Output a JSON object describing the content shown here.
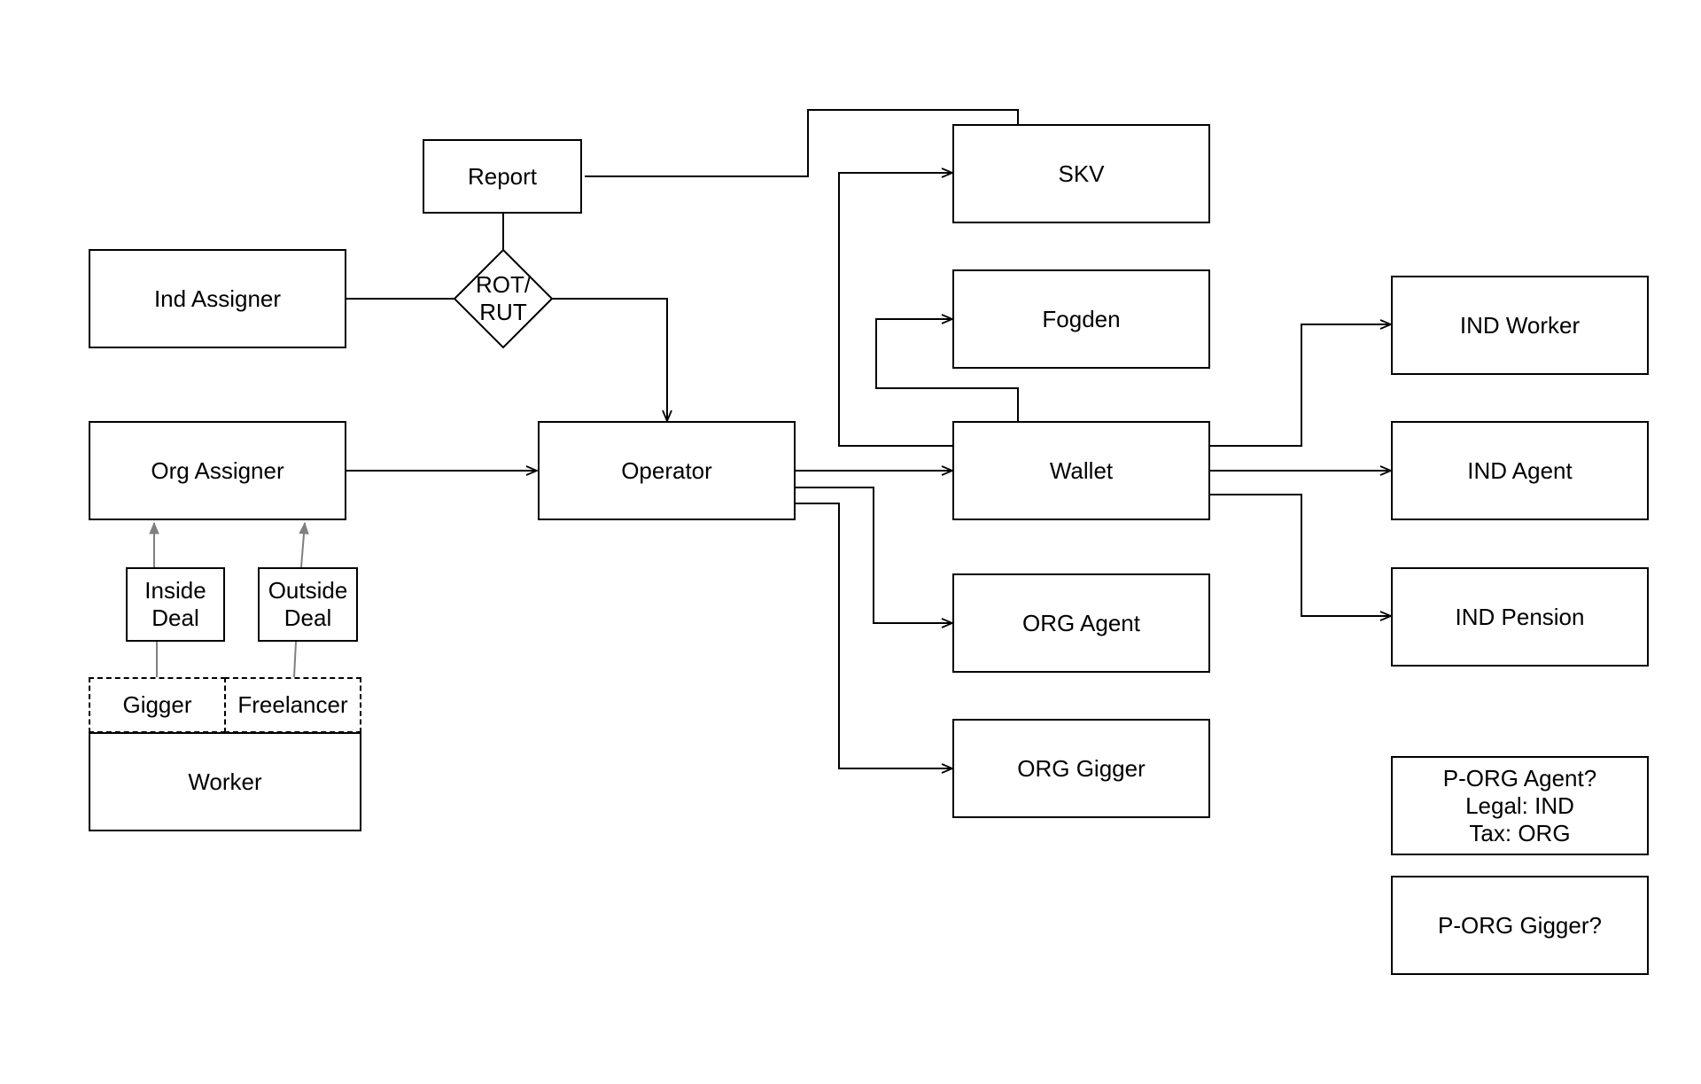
{
  "diagram": {
    "nodes": {
      "report": "Report",
      "skv": "SKV",
      "ind_assigner": "Ind Assigner",
      "rot_rut": "ROT/\nRUT",
      "fogden": "Fogden",
      "ind_worker": "IND Worker",
      "org_assigner": "Org Assigner",
      "operator": "Operator",
      "wallet": "Wallet",
      "ind_agent": "IND Agent",
      "inside_deal": "Inside\nDeal",
      "outside_deal": "Outside\nDeal",
      "org_agent": "ORG Agent",
      "ind_pension": "IND Pension",
      "gigger": "Gigger",
      "freelancer": "Freelancer",
      "worker": "Worker",
      "org_gigger": "ORG Gigger",
      "p_org_agent": "P-ORG Agent?\nLegal: IND\nTax: ORG",
      "p_org_gigger": "P-ORG Gigger?"
    },
    "edges": [
      {
        "from": "report",
        "to": "skv",
        "arrow": false
      },
      {
        "from": "report",
        "to": "rot_rut",
        "arrow": false
      },
      {
        "from": "ind_assigner",
        "to": "rot_rut",
        "arrow": false
      },
      {
        "from": "rot_rut",
        "to": "operator",
        "arrow": true
      },
      {
        "from": "org_assigner",
        "to": "operator",
        "arrow": true
      },
      {
        "from": "operator",
        "to": "wallet",
        "arrow": true
      },
      {
        "from": "operator",
        "to": "org_agent",
        "arrow": true
      },
      {
        "from": "operator",
        "to": "org_gigger",
        "arrow": true
      },
      {
        "from": "wallet",
        "to": "skv",
        "arrow": true
      },
      {
        "from": "wallet",
        "to": "fogden",
        "arrow": true
      },
      {
        "from": "wallet",
        "to": "ind_worker",
        "arrow": true
      },
      {
        "from": "wallet",
        "to": "ind_agent",
        "arrow": true
      },
      {
        "from": "wallet",
        "to": "ind_pension",
        "arrow": true
      },
      {
        "from": "gigger",
        "to": "org_assigner",
        "arrow": true,
        "via": "inside_deal"
      },
      {
        "from": "freelancer",
        "to": "org_assigner",
        "arrow": true,
        "via": "outside_deal"
      }
    ],
    "colors": {
      "line": "#000000",
      "secondary_line": "#808080",
      "box_border": "#000000",
      "background": "#ffffff"
    }
  }
}
